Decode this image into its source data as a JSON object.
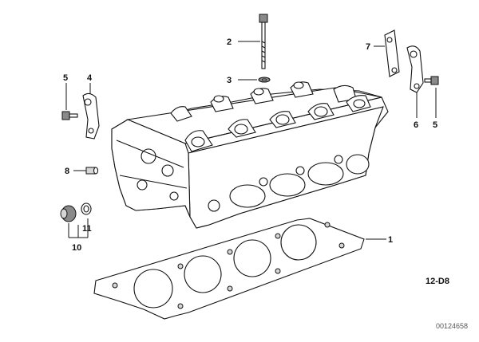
{
  "diagram": {
    "callouts": [
      {
        "id": "1",
        "label": "1"
      },
      {
        "id": "2",
        "label": "2"
      },
      {
        "id": "3",
        "label": "3"
      },
      {
        "id": "4",
        "label": "4"
      },
      {
        "id": "5-left",
        "label": "5"
      },
      {
        "id": "5-right",
        "label": "5"
      },
      {
        "id": "6",
        "label": "6"
      },
      {
        "id": "7",
        "label": "7"
      },
      {
        "id": "8",
        "label": "8"
      },
      {
        "id": "10",
        "label": "10"
      },
      {
        "id": "11",
        "label": "11"
      }
    ],
    "section_code": "12-D8",
    "document_number": "00124658"
  }
}
